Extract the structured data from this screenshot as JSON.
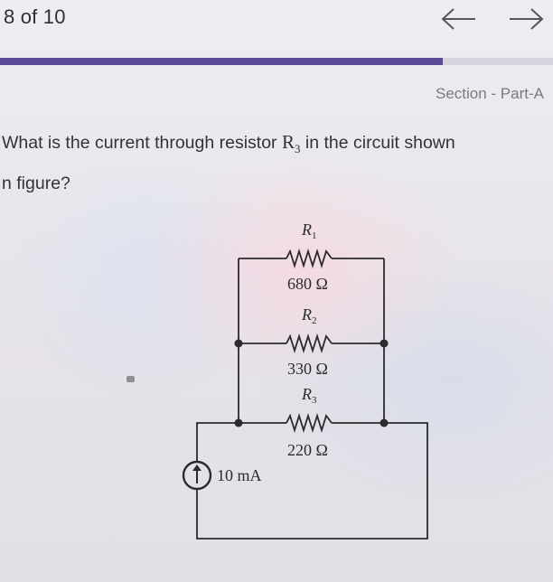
{
  "header": {
    "counter": "8 of 10",
    "prev_icon": "arrow-left-icon",
    "next_icon": "arrow-right-icon",
    "progress_fraction": 0.8,
    "progress_color": "#5a4a96"
  },
  "section_label": "Section - Part-A",
  "question": {
    "before": "What is the current through resistor ",
    "resistor_symbol": "R",
    "resistor_sub": "3",
    "after": " in the circuit shown",
    "line2": "n figure?"
  },
  "circuit": {
    "resistors": [
      {
        "name": "R",
        "sub": "1",
        "value": "680 Ω"
      },
      {
        "name": "R",
        "sub": "2",
        "value": "330 Ω"
      },
      {
        "name": "R",
        "sub": "3",
        "value": "220 Ω"
      }
    ],
    "source_label": "10 mA",
    "source_icon": "current-source-icon"
  }
}
